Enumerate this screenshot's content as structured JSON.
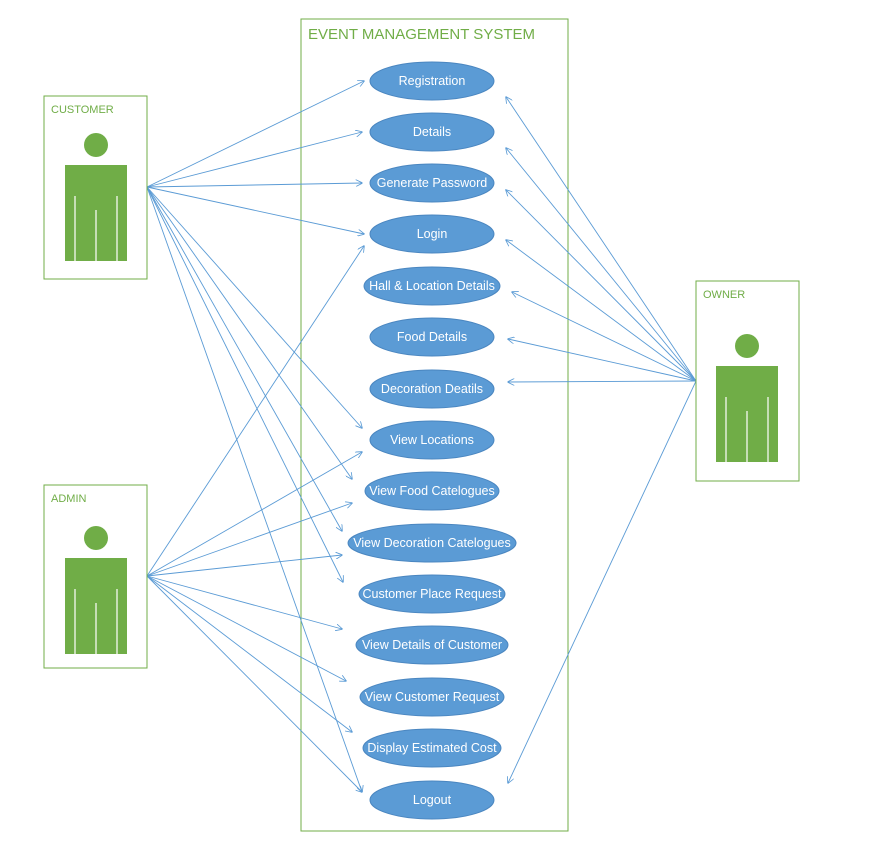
{
  "system": {
    "title": "EVENT MANAGEMENT SYSTEM"
  },
  "actors": [
    {
      "id": "customer",
      "label": "CUSTOMER"
    },
    {
      "id": "admin",
      "label": "ADMIN"
    },
    {
      "id": "owner",
      "label": "OWNER"
    }
  ],
  "use_cases": [
    {
      "id": "registration",
      "label": "Registration"
    },
    {
      "id": "details",
      "label": "Details"
    },
    {
      "id": "generate_password",
      "label": "Generate Password"
    },
    {
      "id": "login",
      "label": "Login"
    },
    {
      "id": "hall_location_details",
      "label": "Hall & Location Details"
    },
    {
      "id": "food_details",
      "label": "Food Details"
    },
    {
      "id": "decoration_details",
      "label": "Decoration Deatils"
    },
    {
      "id": "view_locations",
      "label": "View Locations"
    },
    {
      "id": "view_food_catalogues",
      "label": "View Food Catelogues"
    },
    {
      "id": "view_decoration_catalogues",
      "label": "View Decoration Catelogues"
    },
    {
      "id": "customer_place_request",
      "label": "Customer Place Request"
    },
    {
      "id": "view_details_of_customer",
      "label": "View Details of Customer"
    },
    {
      "id": "view_customer_request",
      "label": "View Customer Request"
    },
    {
      "id": "display_estimated_cost",
      "label": "Display Estimated Cost"
    },
    {
      "id": "logout",
      "label": "Logout"
    }
  ],
  "associations": {
    "customer": [
      "registration",
      "details",
      "generate_password",
      "login",
      "view_locations",
      "view_food_catalogues",
      "view_decoration_catalogues",
      "customer_place_request",
      "logout"
    ],
    "admin": [
      "login",
      "view_locations",
      "view_food_catalogues",
      "view_decoration_catalogues",
      "view_details_of_customer",
      "view_customer_request",
      "display_estimated_cost",
      "logout"
    ],
    "owner": [
      "registration",
      "details",
      "generate_password",
      "login",
      "hall_location_details",
      "food_details",
      "decoration_details",
      "logout"
    ]
  },
  "colors": {
    "actor": "#70ad47",
    "use_case": "#5b9bd5",
    "line": "#5b9bd5",
    "frame": "#70ad47"
  }
}
